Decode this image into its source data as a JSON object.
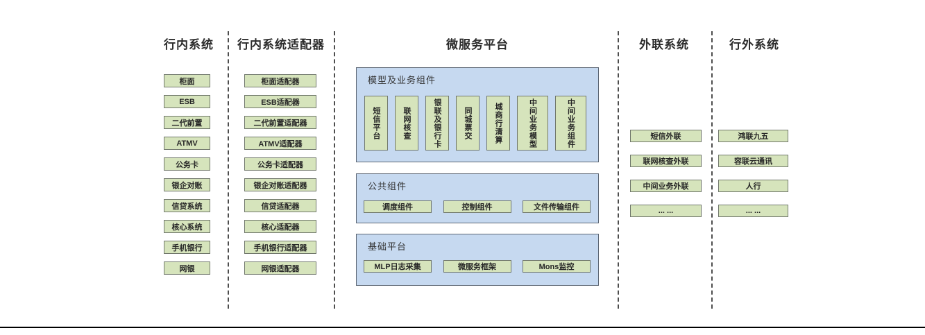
{
  "columns": {
    "internal": {
      "title": "行内系统",
      "items": [
        "柜面",
        "ESB",
        "二代前置",
        "ATMV",
        "公务卡",
        "银企对账",
        "信贷系统",
        "核心系统",
        "手机银行",
        "网银"
      ]
    },
    "adapters": {
      "title": "行内系统适配器",
      "items": [
        "柜面适配器",
        "ESB适配器",
        "二代前置适配器",
        "ATMV适配器",
        "公务卡适配器",
        "银企对账适配器",
        "信贷适配器",
        "核心适配器",
        "手机银行适配器",
        "网银适配器"
      ]
    },
    "platform": {
      "title": "微服务平台",
      "groups": [
        {
          "name": "模型及业务组件",
          "items": [
            "短信平台",
            "联网核查",
            "银联及银行卡",
            "同城票交",
            "城商行清算",
            "中间业务模型",
            "中间业务组件"
          ]
        },
        {
          "name": "公共组件",
          "items": [
            "调度组件",
            "控制组件",
            "文件传输组件"
          ]
        },
        {
          "name": "基础平台",
          "items": [
            "MLP日志采集",
            "微服务框架",
            "Mons监控"
          ]
        }
      ]
    },
    "interconnect": {
      "title": "外联系统",
      "items": [
        "短信外联",
        "联网核查外联",
        "中间业务外联",
        "... ..."
      ]
    },
    "external": {
      "title": "行外系统",
      "items": [
        "鸿联九五",
        "容联云通讯",
        "人行",
        "... ..."
      ]
    }
  },
  "colors": {
    "box_fill": "#d6e4bc",
    "box_border": "#70776b",
    "panel_fill": "#c6d9f0",
    "panel_border": "#5c6673",
    "divider_color": "#4d4d4d",
    "rule_color": "#000000"
  }
}
